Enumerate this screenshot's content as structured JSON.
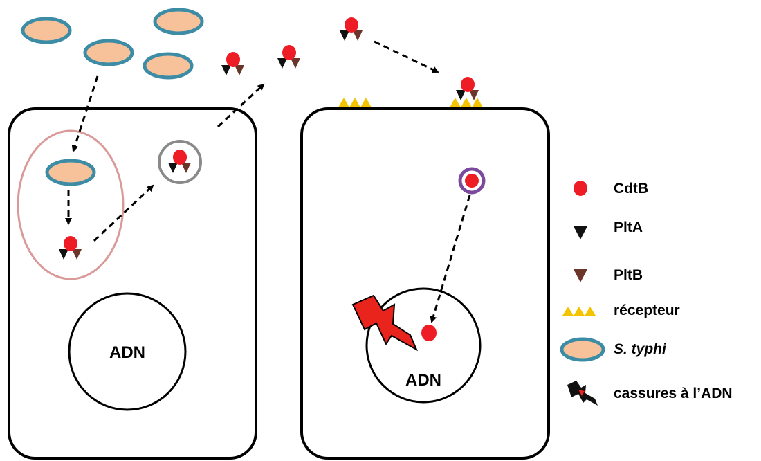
{
  "nucleus_left_label": "ADN",
  "nucleus_right_label": "ADN",
  "legend": {
    "cdtb": "CdtB",
    "plta": "PltA",
    "pltb": "PltB",
    "receptor": "récepteur",
    "styphi": "S. typhi",
    "dna_breaks": "cassures à l’ADN"
  },
  "colors": {
    "cdtb": "#ee1c25",
    "plta": "#111111",
    "pltb": "#6b3529",
    "receptor": "#f5c400",
    "bacterium_fill": "#f7c199",
    "bacterium_outline": "#3d8ca6",
    "vacuole_outline": "#d99a99",
    "vesicle_outline": "#8a8a8a",
    "endosome_outline": "#7b4a9e",
    "dna_break": "#e8241c"
  }
}
